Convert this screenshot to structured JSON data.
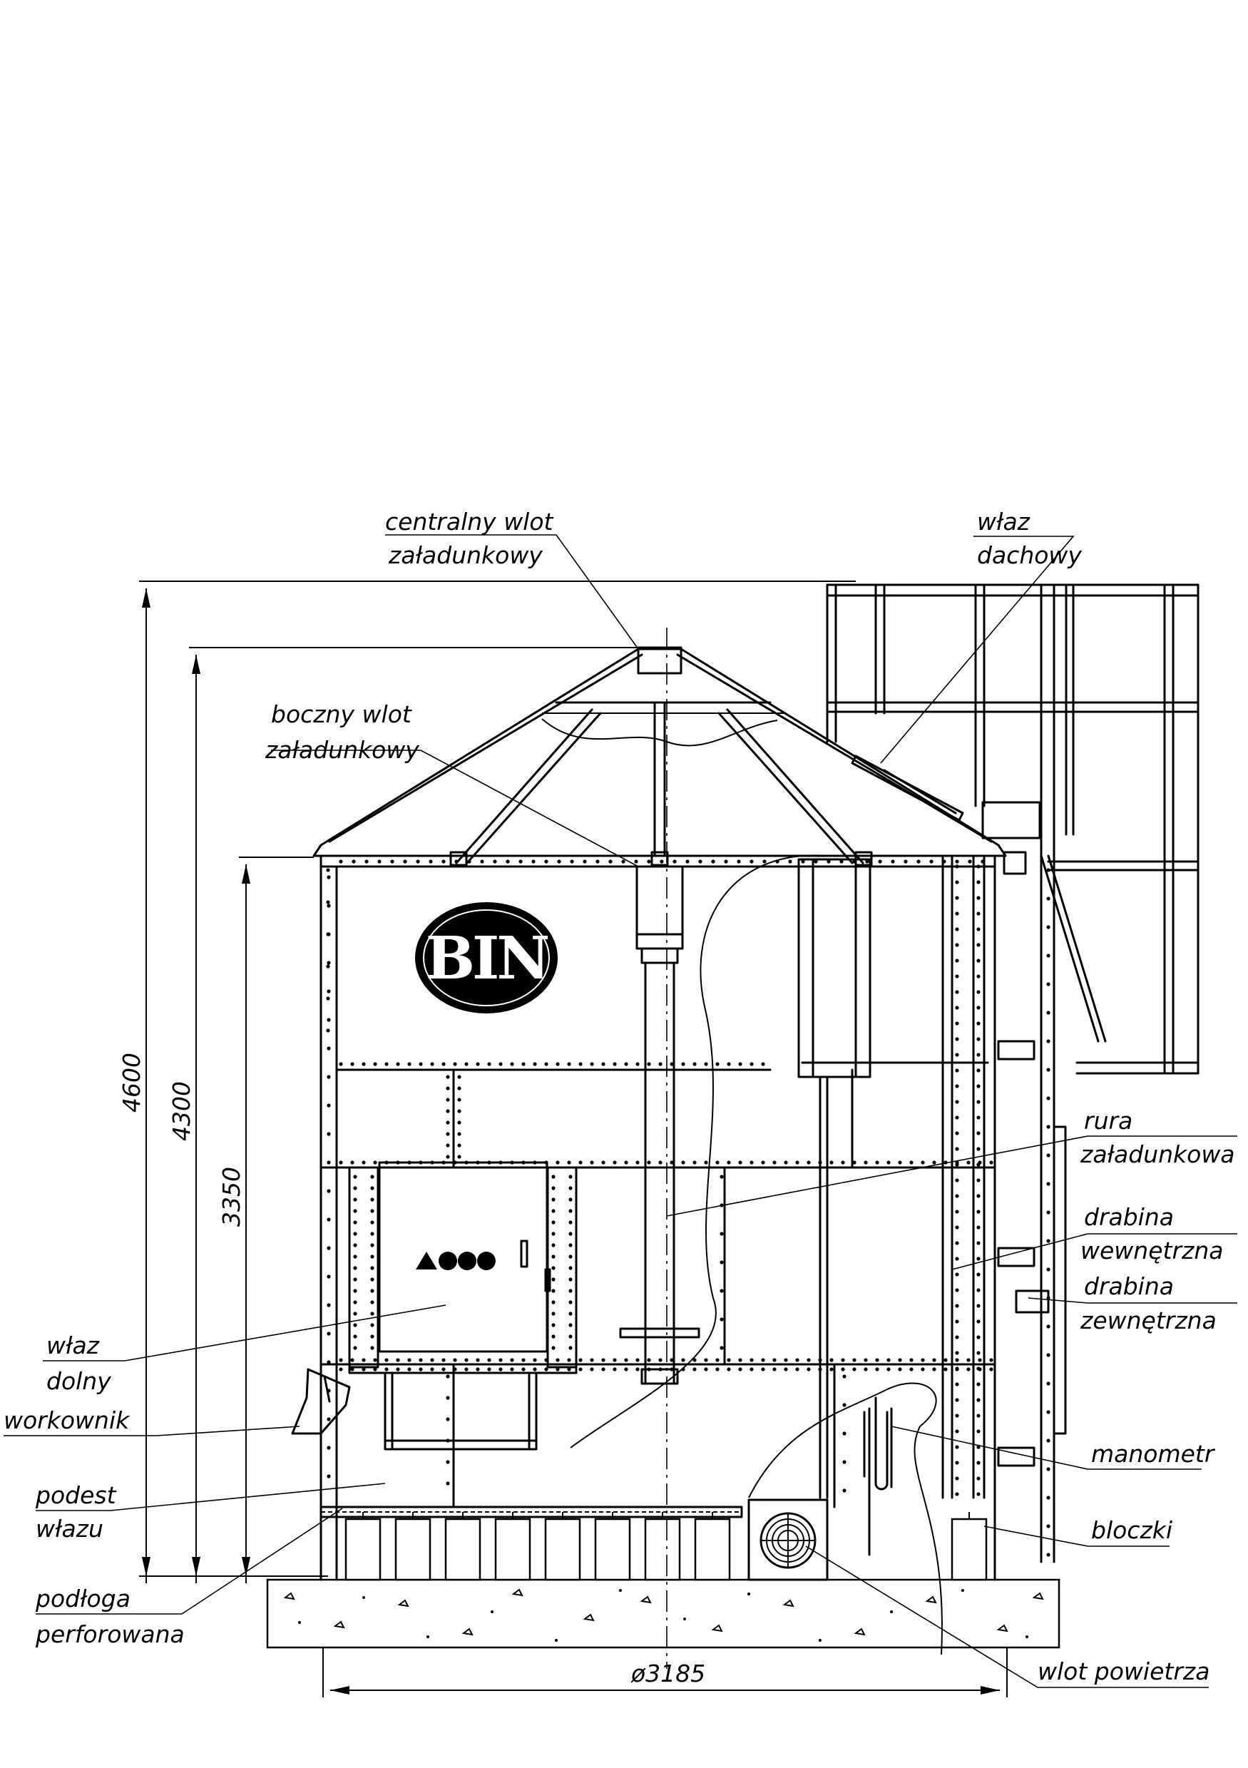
{
  "labels": {
    "central_inlet": [
      "centralny wlot",
      "załadunkowy"
    ],
    "roof_hatch": [
      "właz",
      "dachowy"
    ],
    "side_inlet": [
      "boczny wlot",
      "załadunkowy"
    ],
    "loading_pipe": [
      "rura",
      "załadunkowa"
    ],
    "inner_ladder": [
      "drabina",
      "wewnętrzna"
    ],
    "outer_ladder": [
      "drabina",
      "zewnętrzna"
    ],
    "bottom_hatch": [
      "właz",
      "dolny"
    ],
    "bagger": [
      "workownik"
    ],
    "hatch_platform": [
      "podest",
      "włazu"
    ],
    "manometer": [
      "manometr"
    ],
    "blocks": [
      "bloczki"
    ],
    "perforated_floor": [
      "podłoga",
      "perforowana"
    ],
    "air_inlet": [
      "wlot powietrza"
    ]
  },
  "dimensions": {
    "total_height": "4600",
    "roof_height": "4300",
    "wall_height": "3350",
    "diameter": "ø3185"
  },
  "logo_text": "BIN",
  "colors": {
    "line": "#000000",
    "background": "#ffffff"
  }
}
